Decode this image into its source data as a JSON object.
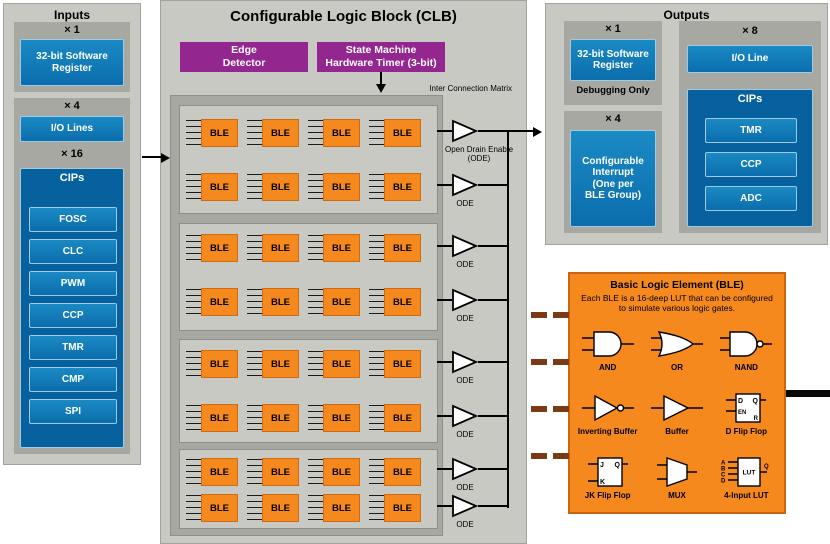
{
  "inputs_panel": {
    "title": "Inputs",
    "x1": "× 1",
    "software_register": "32-bit Software Register",
    "x4": "× 4",
    "io_lines": "I/O Lines",
    "x16": "× 16",
    "cips_title": "CIPs",
    "cips": [
      "FOSC",
      "CLC",
      "PWM",
      "CCP",
      "TMR",
      "CMP",
      "SPI"
    ]
  },
  "clb": {
    "title": "Configurable Logic Block (CLB)",
    "edge_detector_lines": [
      "Edge",
      "Detector"
    ],
    "state_machine_lines": [
      "State Machine",
      "Hardware Timer (3-bit)"
    ],
    "matrix_label": "Inter Connection Matrix",
    "ble_label": "BLE",
    "ode_first_label": "Open Drain Enable (ODE)",
    "ode_label": "ODE"
  },
  "outputs_panel": {
    "title": "Outputs",
    "x1": "× 1",
    "software_register": "32-bit Software Register",
    "debugging": "Debugging Only",
    "x4": "× 4",
    "interrupt_lines": [
      "Configurable",
      "Interrupt",
      "(One per",
      "BLE Group)"
    ],
    "x8": "× 8",
    "io_line": "I/O Line",
    "cips_title": "CIPs",
    "cips": [
      "TMR",
      "CCP",
      "ADC"
    ]
  },
  "ble_callout": {
    "title": "Basic Logic Element (BLE)",
    "description": "Each BLE is a 16-deep LUT that can be configured to simulate various logic gates.",
    "gates": [
      "AND",
      "OR",
      "NAND",
      "Inverting Buffer",
      "Buffer",
      "D Flip Flop",
      "JK Flip Flop",
      "MUX",
      "4-Input LUT"
    ],
    "dff": {
      "d": "D",
      "q": "Q",
      "en": "EN",
      "r": "R"
    },
    "jkff": {
      "j": "J",
      "q": "Q",
      "k": "K"
    },
    "lut": {
      "a": "A",
      "b": "B",
      "c": "C",
      "d": "D",
      "label": "LUT",
      "q": "Q"
    }
  },
  "colors": {
    "panel_gray": "#c9c9c3",
    "inner_gray": "#a8a8a2",
    "blue": "#0e7ab8",
    "dark_blue": "#07619e",
    "purple": "#93278f",
    "orange": "#f6891e",
    "dash_brown": "#7a3a12"
  }
}
